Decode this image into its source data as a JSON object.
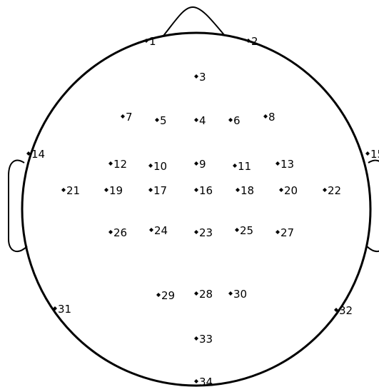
{
  "electrodes": [
    {
      "label": "1"
    },
    {
      "label": "2"
    },
    {
      "label": "3"
    },
    {
      "label": "4"
    },
    {
      "label": "5"
    },
    {
      "label": "6"
    },
    {
      "label": "7"
    },
    {
      "label": "8"
    },
    {
      "label": "9"
    },
    {
      "label": "10"
    },
    {
      "label": "11"
    },
    {
      "label": "12"
    },
    {
      "label": "13"
    },
    {
      "label": "14"
    },
    {
      "label": "15"
    },
    {
      "label": "16"
    },
    {
      "label": "17"
    },
    {
      "label": "18"
    },
    {
      "label": "19"
    },
    {
      "label": "20"
    },
    {
      "label": "21"
    },
    {
      "label": "22"
    },
    {
      "label": "23"
    },
    {
      "label": "24"
    },
    {
      "label": "25"
    },
    {
      "label": "26"
    },
    {
      "label": "27"
    },
    {
      "label": "28"
    },
    {
      "label": "29"
    },
    {
      "label": "30"
    },
    {
      "label": "31"
    },
    {
      "label": "32"
    },
    {
      "label": "33"
    },
    {
      "label": "34"
    }
  ]
}
